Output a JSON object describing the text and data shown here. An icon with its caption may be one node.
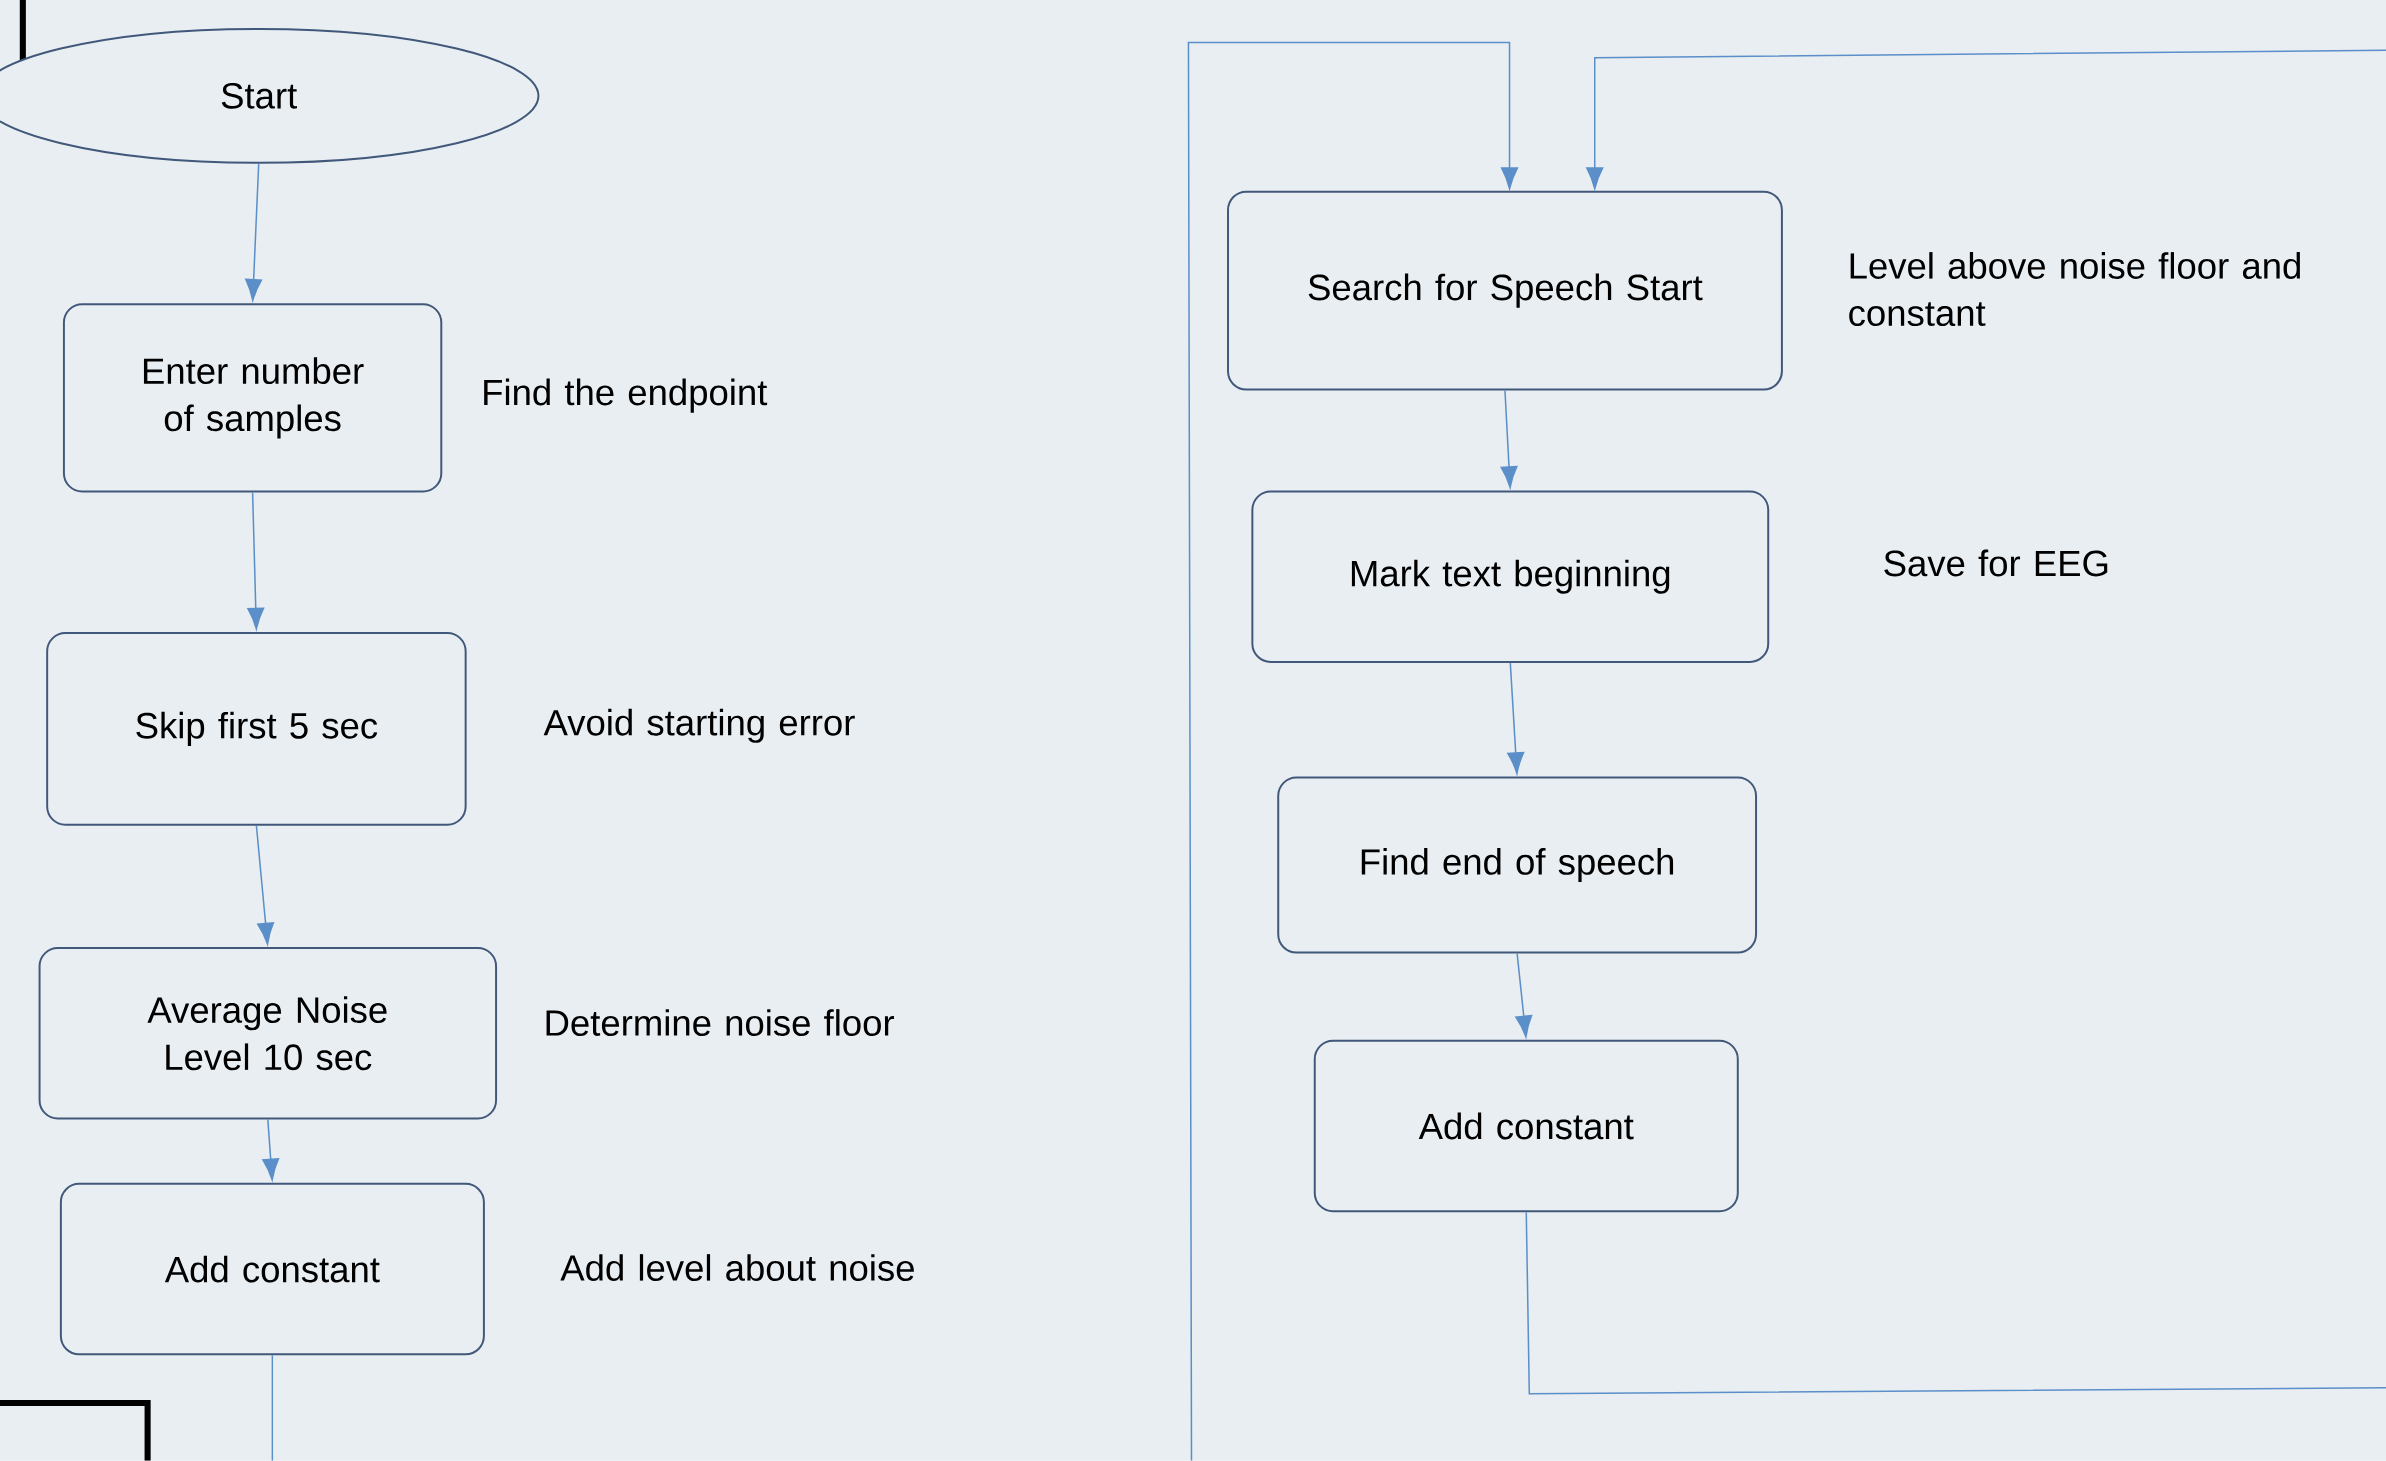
{
  "diagram": {
    "nodes": [
      {
        "text": [
          "Start"
        ]
      },
      {
        "text": [
          "Enter number of samples"
        ],
        "beside": [
          "Find the endpoint"
        ]
      },
      {
        "text": [
          "Skip first 5 sec"
        ],
        "beside": [
          "Avoid starting error"
        ]
      },
      {
        "text": [
          "Average Noise Level 10 sec"
        ],
        "beside": [
          "Determine noise floor"
        ]
      },
      {
        "text": [
          "Add constant"
        ],
        "beside": [
          "Add level about noise"
        ]
      },
      {
        "text": [
          "Search for Speech Start"
        ],
        "beside": [
          "Level above noise floor and constant"
        ]
      },
      {
        "text": [
          "Mark text beginning"
        ],
        "beside": [
          "Save for EEG"
        ]
      },
      {
        "text": [
          "Find end of speech"
        ]
      },
      {
        "text": [
          "Add constant"
        ]
      }
    ],
    "edges": [
      {
        "from": 0,
        "to": 1,
        "arrow": "to"
      },
      {
        "from": 1,
        "to": 2,
        "arrow": "to"
      },
      {
        "from": 2,
        "to": 3,
        "arrow": "to"
      },
      {
        "from": 3,
        "to": 4,
        "arrow": "to"
      },
      {
        "from": 4,
        "to": null,
        "arrow": "none"
      },
      {
        "from": null,
        "to": 5,
        "arrow": "to"
      },
      {
        "from": null,
        "to": 5,
        "arrow": "to"
      },
      {
        "from": 5,
        "to": 6,
        "arrow": "to"
      },
      {
        "from": 6,
        "to": 7,
        "arrow": "to"
      },
      {
        "from": 7,
        "to": 8,
        "arrow": "to"
      },
      {
        "from": 8,
        "to": null,
        "arrow": "none"
      }
    ]
  }
}
